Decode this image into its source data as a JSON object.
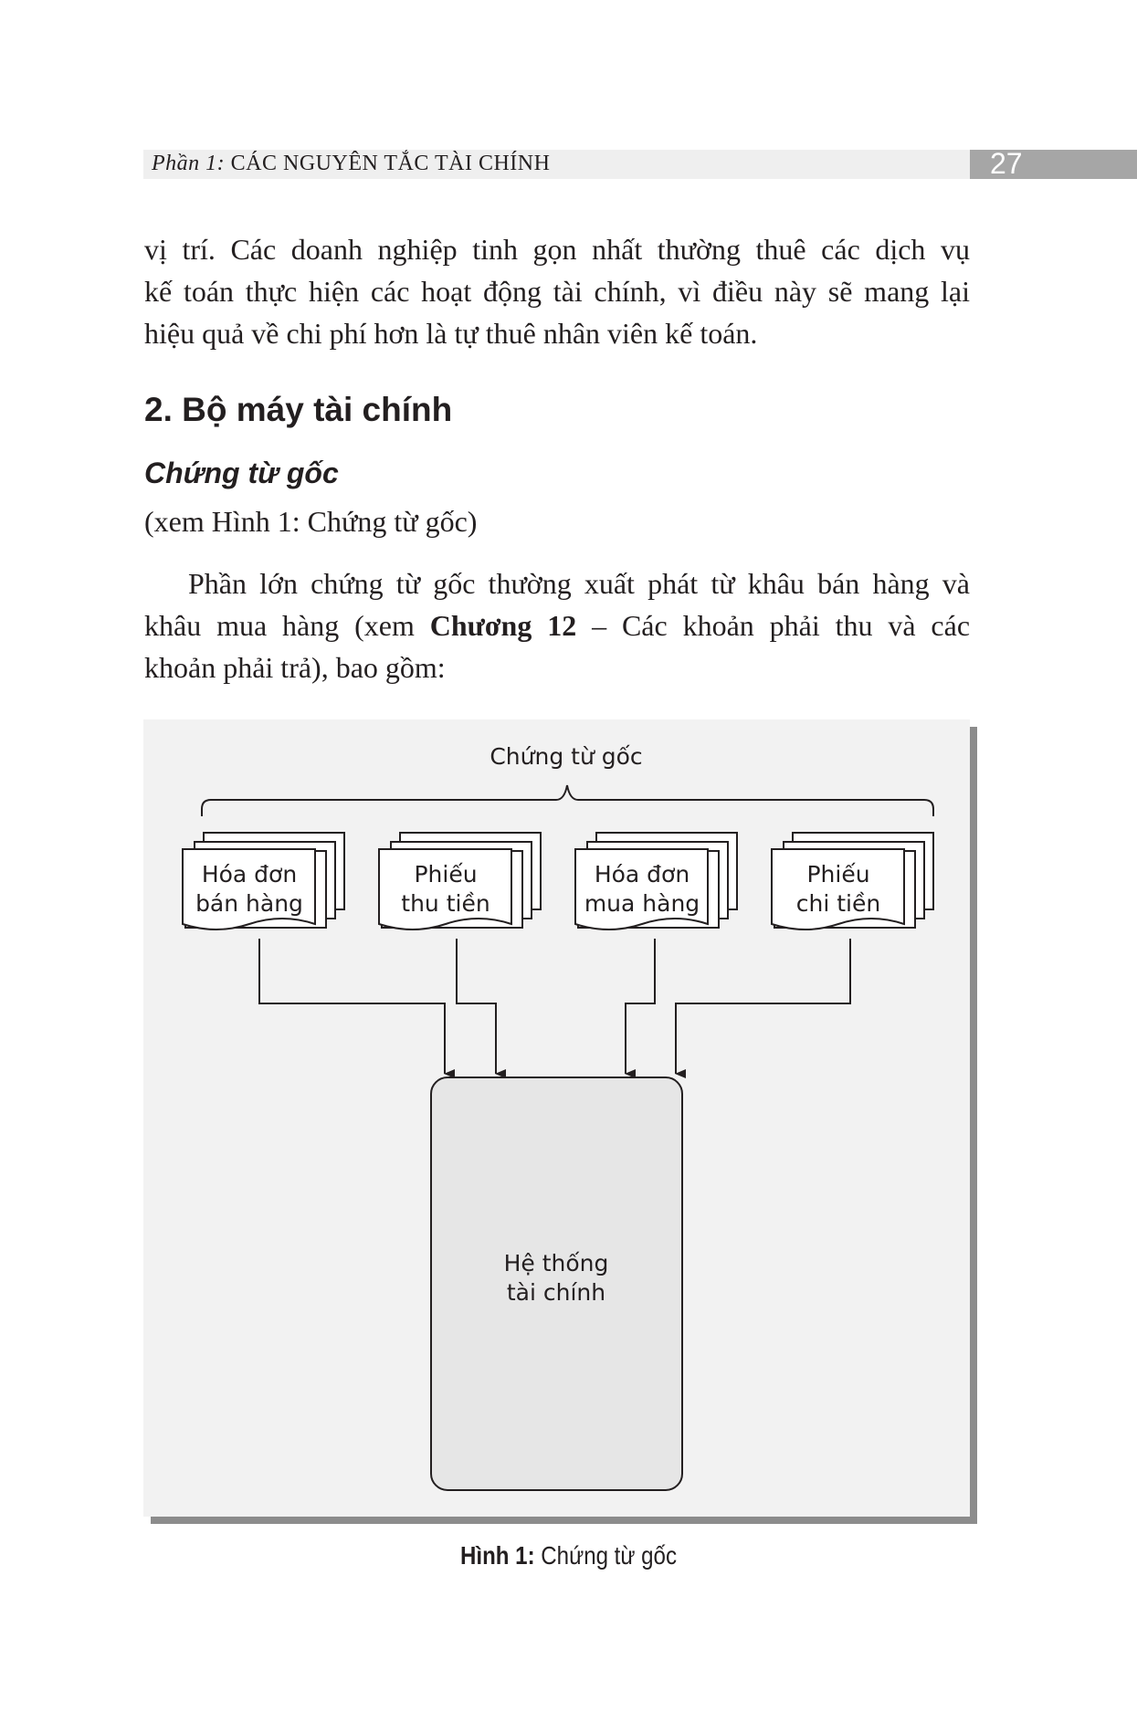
{
  "header": {
    "part_label": "Phần 1:",
    "part_title": "CÁC NGUYÊN TẮC TÀI CHÍNH",
    "page_number": "27"
  },
  "intro_paragraph": [
    "vị trí. Các doanh nghiệp tinh gọn nhất thường thuê các dịch vụ",
    "kế toán thực hiện các hoạt động tài chính, vì điều này sẽ mang lại",
    "hiệu quả về chi phí hơn là tự thuê nhân viên kế toán."
  ],
  "section_heading": "2. Bộ máy tài chính",
  "subsection_heading": "Chứng từ gốc",
  "figure_reference": "(xem Hình 1: Chứng từ gốc)",
  "body_paragraph": {
    "line1": "Phần lớn chứng từ gốc thường xuất phát từ khâu bán hàng và",
    "line2_before": "khâu mua hàng (xem",
    "line2_bold": "Chương 12",
    "line2_after": "– Các khoản phải thu và các",
    "line3": "khoản phải trả), bao gồm:"
  },
  "diagram": {
    "group_label": "Chứng từ gốc",
    "documents": [
      {
        "line1": "Hóa đơn",
        "line2": "bán hàng"
      },
      {
        "line1": "Phiếu",
        "line2": "thu tiền"
      },
      {
        "line1": "Hóa đơn",
        "line2": "mua hàng"
      },
      {
        "line1": "Phiếu",
        "line2": "chi tiền"
      }
    ],
    "system_line1": "Hệ thống",
    "system_line2": "tài chính"
  },
  "caption": {
    "label": "Hình 1:",
    "text": "Chứng từ gốc"
  }
}
